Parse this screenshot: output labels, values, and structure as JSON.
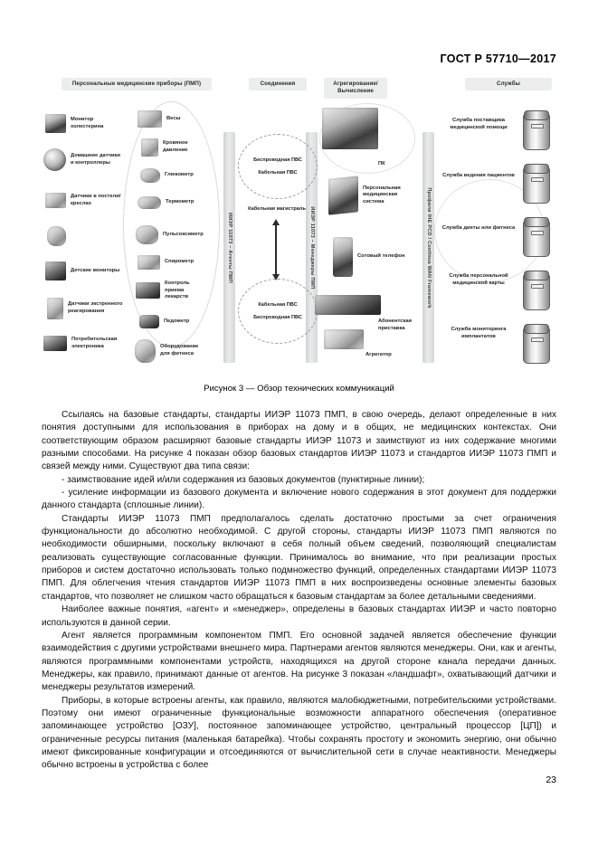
{
  "document": {
    "standard_header": "ГОСТ Р 57710—2017",
    "page_number": "23"
  },
  "figure": {
    "caption": "Рисунок 3 — Обзор технических коммуникаций",
    "column_headers": {
      "pmp": "Персональные медицинские приборы (ПМП)",
      "connections": "Соединения",
      "aggregation": "Агрегирование/ Вычисление",
      "services": "Службы"
    },
    "vertical_bars": {
      "agents": "ИИЭР 11073 – Агенты ПМП",
      "managers": "ИИЭР 11073 – Менеджеры ПМП",
      "profiles": "Профили IHE PCD / Continua WAN Framework"
    },
    "pmp_left_items": [
      {
        "label": "Монитор холестерина",
        "icon": "cholesterol-monitor-icon"
      },
      {
        "label": "Домашние датчики и контроллеры",
        "icon": "home-sensor-icon"
      },
      {
        "label": "Датчики в постели/креслах",
        "icon": "bed-chair-sensor-icon"
      },
      {
        "label": "Детские мониторы",
        "icon": "baby-monitor-icon"
      },
      {
        "label": "Датчики экстренного реагирования",
        "icon": "emergency-sensor-icon"
      },
      {
        "label": "Потребительская электроника",
        "icon": "consumer-electronics-icon"
      }
    ],
    "pmp_right_items": [
      {
        "label": "Весы",
        "icon": "scale-icon"
      },
      {
        "label": "Кровяное давление",
        "icon": "blood-pressure-icon"
      },
      {
        "label": "Глюкометр",
        "icon": "glucometer-icon"
      },
      {
        "label": "Термометр",
        "icon": "thermometer-icon"
      },
      {
        "label": "Пульсоксиметр",
        "icon": "pulse-oximeter-icon"
      },
      {
        "label": "Спирометр",
        "icon": "spirometer-icon"
      },
      {
        "label": "Контроль приема лекарств",
        "icon": "medication-control-icon"
      },
      {
        "label": "Педометр",
        "icon": "pedometer-icon"
      },
      {
        "label": "Оборудование для фитнеса",
        "icon": "fitness-equipment-icon"
      }
    ],
    "connections": {
      "top_circle": [
        "Беспроводная ПВС",
        "Кабельная ПВС"
      ],
      "trunk": "Кабельная магистраль",
      "bottom_circle": [
        "Кабельная ПВС",
        "Беспроводная ПВС"
      ]
    },
    "aggregation_items": [
      {
        "label": "ПК",
        "icon": "desktop-pc-icon"
      },
      {
        "label": "Персональная медицинская система",
        "icon": "personal-health-system-icon"
      },
      {
        "label": "Сотовый телефон",
        "icon": "cellphone-icon"
      },
      {
        "label": "Абонентская приставка",
        "icon": "set-top-box-icon"
      },
      {
        "label": "Агрегатор",
        "icon": "aggregator-icon"
      }
    ],
    "services": [
      {
        "label": "Служба поставщика медицинской помощи",
        "icon": "server-icon"
      },
      {
        "label": "Служба ведения пациентов",
        "icon": "server-icon"
      },
      {
        "label": "Служба диеты или фитнеса",
        "icon": "server-icon"
      },
      {
        "label": "Служба персональной медицинской карты",
        "icon": "server-icon"
      },
      {
        "label": "Служба мониторинга имплантатов",
        "icon": "server-icon"
      }
    ]
  },
  "body": {
    "p1": "Ссылаясь на базовые стандарты, стандарты ИИЭР 11073 ПМП, в свою очередь, делают определенные в них понятия доступными для использования в приборах на дому и в общих, не медицинских контекстах. Они соответствующим образом расширяют базовые стандарты ИИЭР 11073 и заимствуют из них содержание многими разными способами. На рисунке 4 показан обзор базовых стандартов ИИЭР 11073 и стандартов ИИЭР 11073 ПМП и связей между ними. Существуют два типа связи:",
    "p2": "- заимствование идей и/или содержания из базовых документов (пунктирные линии);",
    "p3": "- усиление информации из базового документа и включение нового содержания в этот документ для поддержки данного стандарта (сплошные линии).",
    "p4": "Стандарты ИИЭР 11073 ПМП предполагалось сделать достаточно простыми за счет ограничения функциональности до абсолютно необходимой. С другой стороны, стандарты ИИЭР 11073 ПМП являются по необходимости обширными, поскольку включают в себя полный объем сведений, позволяющий специалистам реализовать существующие согласованные функции. Принималось во внимание, что при реализации простых приборов и систем достаточно использовать только подмножество функций, определенных стандартами ИИЭР 11073 ПМП. Для облегчения чтения стандартов ИИЭР 11073 ПМП в них воспроизведены основные элементы базовых стандартов, что позволяет не слишком часто обращаться к базовым стандартам за более детальными сведениями.",
    "p5": "Наиболее важные понятия, «агент» и «менеджер», определены в базовых стандартах ИИЭР и часто повторно используются в данной серии.",
    "p6": "Агент является программным компонентом ПМП. Его основной задачей является обеспечение функции взаимодействия с другими устройствами внешнего мира. Партнерами агентов являются менеджеры. Они, как и агенты, являются программными компонентами устройств, находящихся на другой стороне канала передачи данных. Менеджеры, как правило, принимают данные от агентов. На рисунке 3 показан «ландшафт», охватывающий датчики и менеджеры результатов измерений.",
    "p7": "Приборы, в которые встроены агенты, как правило, являются малобюджетными, потребительскими устройствами. Поэтому они имеют ограниченные функциональные возможности аппаратного обеспечения (оперативное запоминающее устройство [ОЗУ], постоянное запоминающее устройство, центральный процессор [ЦП]) и ограниченные ресурсы питания (маленькая батарейка). Чтобы сохранять простоту и экономить энергию, они обычно имеют фиксированные конфигурации и отсоединяются от вычислительной сети в случае неактивности. Менеджеры обычно встроены в устройства с более"
  }
}
